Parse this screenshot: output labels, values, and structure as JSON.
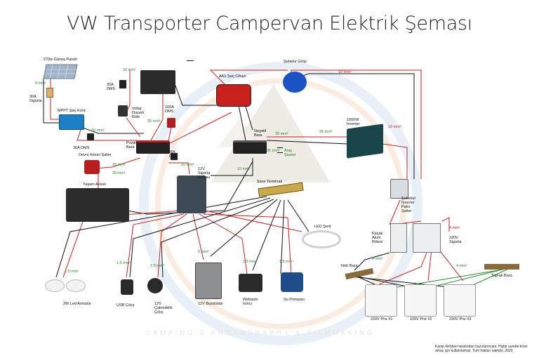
{
  "title": "VW Transporter Campervan Elektrik Şeması",
  "components": {
    "solar_panel": "270w Güneş Paneli",
    "fuse_30a_left": "30A Sigorta",
    "mppt": "MPPT Şarj Kont.",
    "dms_30a_mppt": "30A DMS",
    "dms_30a_top": "30A DMS",
    "relay": "Voltaj Duyarlı Röle",
    "dms_100a": "100A DMS",
    "ac_charger": "AKü Şarj Cihazı",
    "shore_inlet": "Şebeke Girişi",
    "inverter": "1000W İnverter",
    "positive_bus": "Pozitif Bara",
    "negative_bus": "Negatif Bara",
    "chassis_ground": "Araç Şasesi",
    "dms_30a_bus": "30A DMS",
    "battery_switch": "Devre Kesici Şalter",
    "battery": "Yaşam Aküsü",
    "fuse_box_12v": "12V Sigorta Kutusu",
    "ground_terminal": "Şase Terminali",
    "changeover": "Şebeke/İnverter Pako Şalter",
    "rcd": "Kaçak Akım Rölesi",
    "ac_fuses": "220V Sigorta",
    "neutral_bus": "Nötr Bara",
    "earth_bus": "Toprak Bara",
    "led_strip": "LED Şerit",
    "led_lights": "3W Led Armatür",
    "usb": "USB Çıkış",
    "cig_socket": "12V Çakmaklık Çıkış",
    "fridge": "12V Buzdolabı",
    "webasto": "Webasto Isıtıcı",
    "pump": "Su Pompası",
    "socket_1": "220V Priz #1",
    "socket_2": "220V Priz #2",
    "socket_3": "220V Priz #3"
  },
  "wire_sizes": {
    "w_4mm_solar": "4 mm²",
    "w_16mm_top": "16 mm²",
    "w_16mm_mppt": "16 mm²",
    "w_35mm_relay": "35 mm²",
    "w_35mm_a": "35 mm²",
    "w_35mm_b": "35 mm²",
    "w_35mm_neg": "35 mm²",
    "w_35mm_inv": "35 mm²",
    "w_35mm_chassis": "35 mm²",
    "w_10mm_shore": "10 mm²",
    "w_10mm_inv": "10 mm²",
    "w_10mm_fuse": "10 mm²",
    "w_10mm_neg": "10 mm²",
    "w_1_5_led": "1,5 mm²",
    "w_1_5_usb": "1,5 mm²",
    "w_1_5_cig": "1,5 mm²",
    "w_6_fridge": "6 mm²",
    "w_1_5_webasto": "1,5 mm²",
    "w_1_5_pump": "1,5 mm²",
    "w_4_rcd": "4 mm²",
    "w_4_ac": "4 mm²",
    "w_4_earth": "4 mm²"
  },
  "watermark": "CAMPING & PHOTOGRAPHY & FILMMAKING",
  "footer": "Kamp Rehberi tarafından hazırlanmıştır. Hiçbir surette ticari amaç için kullanılamaz. Tüm hakları saklıdır. 2020"
}
